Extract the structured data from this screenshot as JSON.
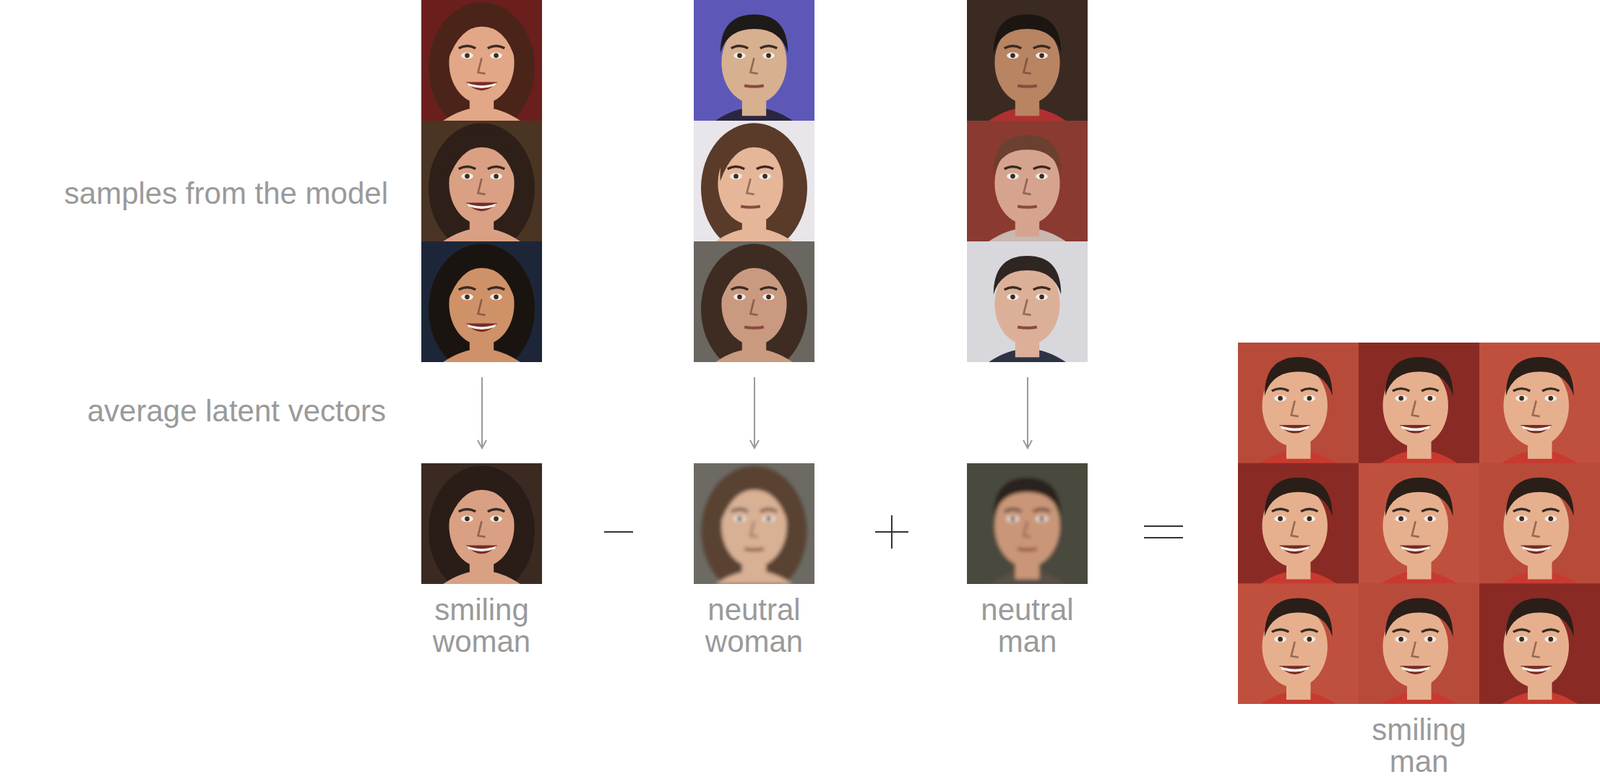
{
  "diagram": {
    "nodes": [
      {
        "text": [
          "smiling woman"
        ]
      },
      {
        "text": [
          "neutral woman"
        ]
      },
      {
        "text": [
          "neutral man"
        ]
      },
      {
        "text": [
          "smiling man"
        ]
      }
    ],
    "labels": [
      "samples from the model",
      "average latent vectors"
    ]
  }
}
